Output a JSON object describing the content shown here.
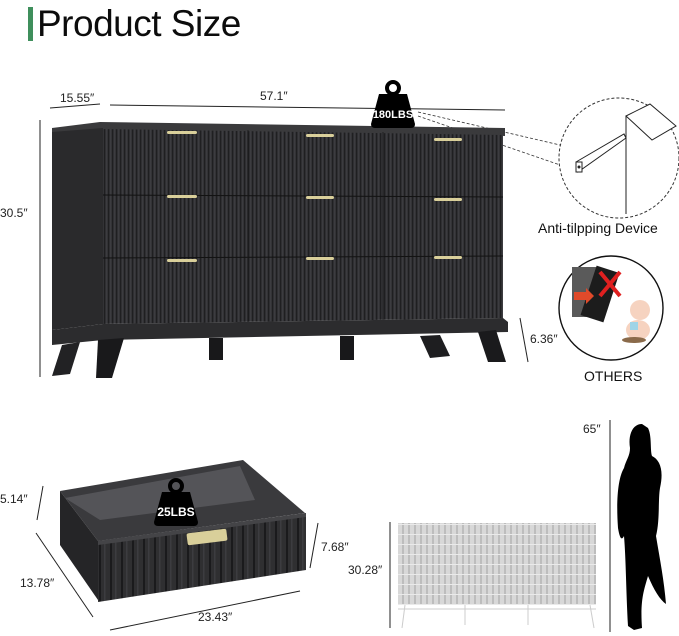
{
  "header": {
    "title": "Product Size",
    "accent_color": "#3f8f5c"
  },
  "dresser": {
    "depth": "15.55″",
    "width": "57.1″",
    "height": "30.5″",
    "leg_height": "6.36″",
    "max_load": "180LBS",
    "body_color": "#2b2b2d",
    "handle_color": "#d9cf9a",
    "drawers": {
      "rows": 3,
      "columns": 3
    }
  },
  "callouts": {
    "anti_tip_label": "Anti-tilpping Device",
    "others_label": "OTHERS"
  },
  "drawer": {
    "height": "5.14″",
    "depth": "13.78″",
    "width": "23.43″",
    "front_height": "7.68″",
    "max_load": "25LBS"
  },
  "comparison": {
    "dresser_height": "30.28″",
    "person_height": "65″"
  }
}
